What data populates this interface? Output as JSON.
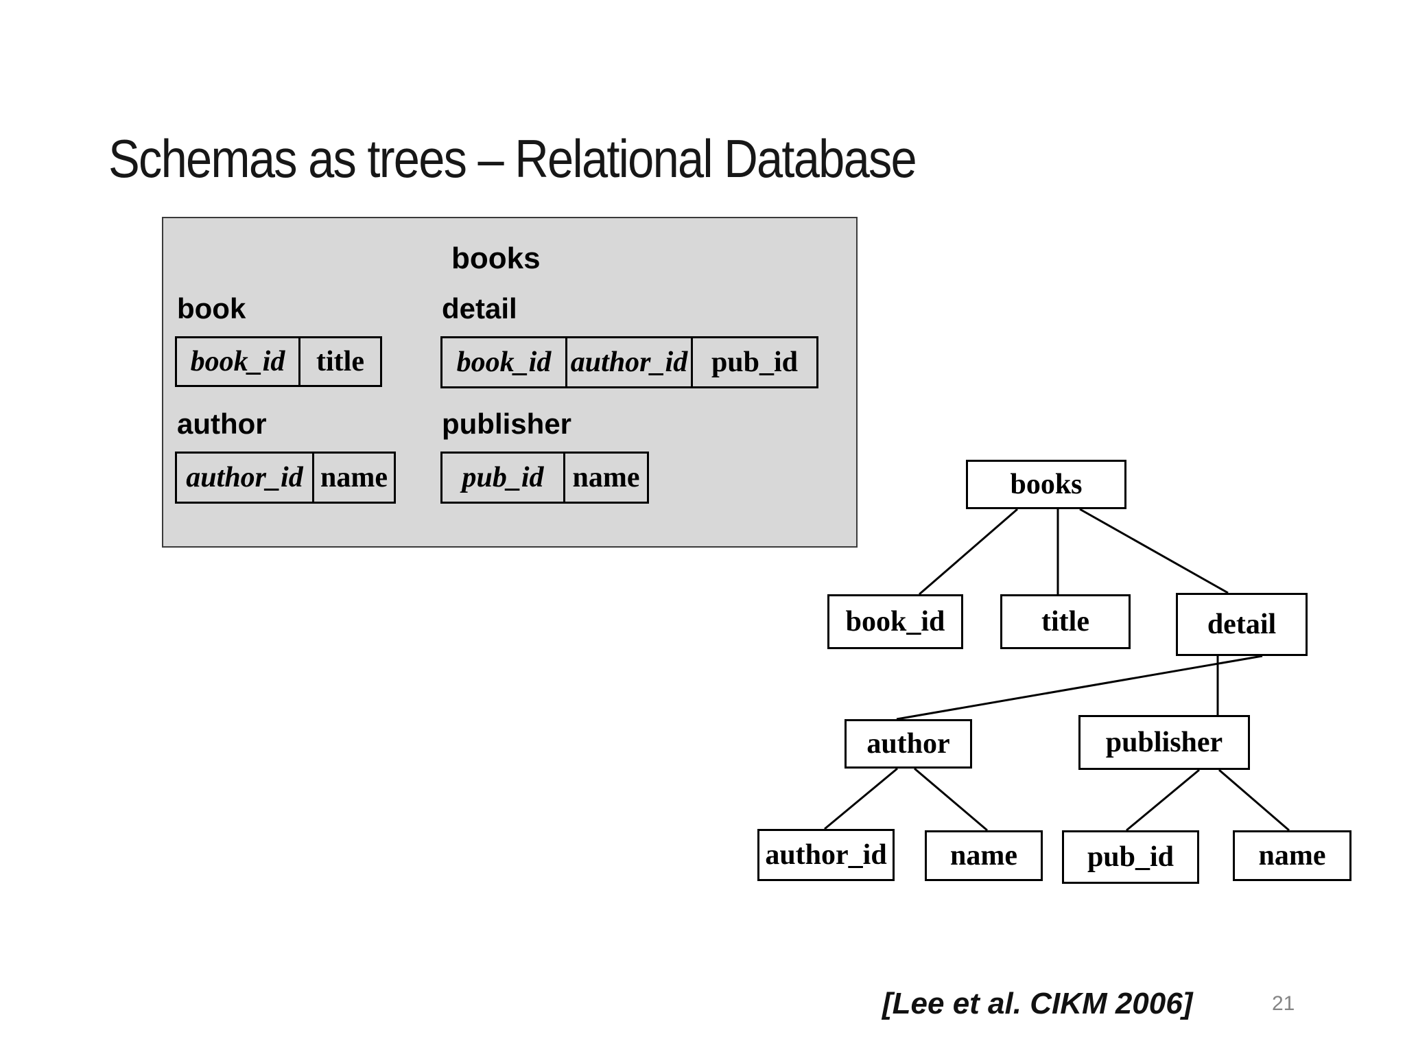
{
  "slide": {
    "title": "Schemas as trees – Relational Database",
    "citation": "[Lee et al. CIKM 2006]",
    "page_number": "21"
  },
  "colors": {
    "background": "#ffffff",
    "panel_fill": "#d8d8d8",
    "panel_border": "#3a3a3a",
    "box_fill": "#ffffff",
    "line_and_text": "#000000",
    "page_number": "#848484"
  },
  "schema_panel": {
    "db_label": "books",
    "tables": [
      {
        "name": "book",
        "columns": [
          {
            "text": "book_id",
            "key": true
          },
          {
            "text": "title",
            "key": false
          }
        ]
      },
      {
        "name": "detail",
        "columns": [
          {
            "text": "book_id",
            "key": true
          },
          {
            "text": "author_id",
            "key": true
          },
          {
            "text": "pub_id",
            "key": false
          }
        ]
      },
      {
        "name": "author",
        "columns": [
          {
            "text": "author_id",
            "key": true
          },
          {
            "text": "name",
            "key": false
          }
        ]
      },
      {
        "name": "publisher",
        "columns": [
          {
            "text": "pub_id",
            "key": true
          },
          {
            "text": "name",
            "key": false
          }
        ]
      }
    ]
  },
  "tree": {
    "nodes": [
      {
        "id": "books",
        "label": "books"
      },
      {
        "id": "book_id",
        "label": "book_id"
      },
      {
        "id": "title",
        "label": "title"
      },
      {
        "id": "detail",
        "label": "detail"
      },
      {
        "id": "author",
        "label": "author"
      },
      {
        "id": "publisher",
        "label": "publisher"
      },
      {
        "id": "author_id",
        "label": "author_id"
      },
      {
        "id": "name_author",
        "label": "name"
      },
      {
        "id": "pub_id",
        "label": "pub_id"
      },
      {
        "id": "name_publisher",
        "label": "name"
      }
    ],
    "edges": [
      [
        "books",
        "book_id"
      ],
      [
        "books",
        "title"
      ],
      [
        "books",
        "detail"
      ],
      [
        "detail",
        "author"
      ],
      [
        "detail",
        "publisher"
      ],
      [
        "author",
        "author_id"
      ],
      [
        "author",
        "name_author"
      ],
      [
        "publisher",
        "pub_id"
      ],
      [
        "publisher",
        "name_publisher"
      ]
    ]
  }
}
